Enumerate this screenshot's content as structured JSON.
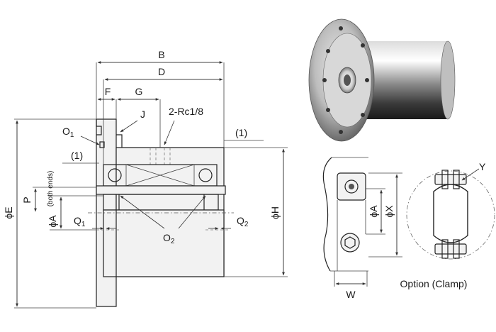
{
  "labels": {
    "B": "B",
    "D": "D",
    "F": "F",
    "G": "G",
    "J": "J",
    "rc": "2-Rc1/8",
    "O1_main": "O",
    "O1_sub": "1",
    "paren_left": "(1)",
    "paren_right": "(1)",
    "phiE": "ϕE",
    "P": "P",
    "phiA": "ϕA",
    "both_ends": "(both ends)",
    "Q1_main": "Q",
    "Q1_sub": "1",
    "O2_main": "O",
    "O2_sub": "2",
    "Q2_main": "Q",
    "Q2_sub": "2",
    "phiH": "ϕH",
    "phiA_right": "ϕA",
    "phiX": "ϕX",
    "Y": "Y",
    "W": "W",
    "option": "Option (Clamp)"
  }
}
